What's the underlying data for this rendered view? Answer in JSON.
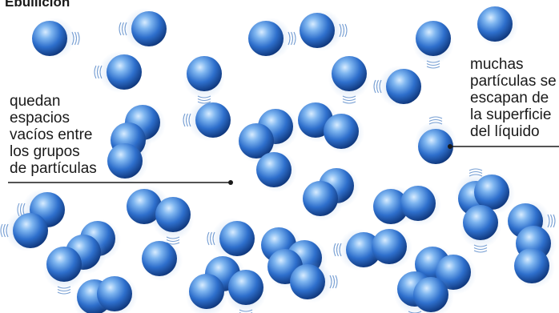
{
  "title": "Ebullición",
  "labels": {
    "left_lines": [
      "quedan",
      "espacios",
      "vacíos entre",
      "los grupos",
      "de partículas"
    ],
    "right_lines": [
      "muchas",
      "partículas se",
      "escapan de",
      "la superficie",
      "del líquido"
    ]
  },
  "colors": {
    "particle_light": "#a8d4ff",
    "particle_mid": "#3a7fd4",
    "particle_dark": "#0d3c8c",
    "motion_lines": "#4a7fc4",
    "text": "#1a1a1a"
  }
}
